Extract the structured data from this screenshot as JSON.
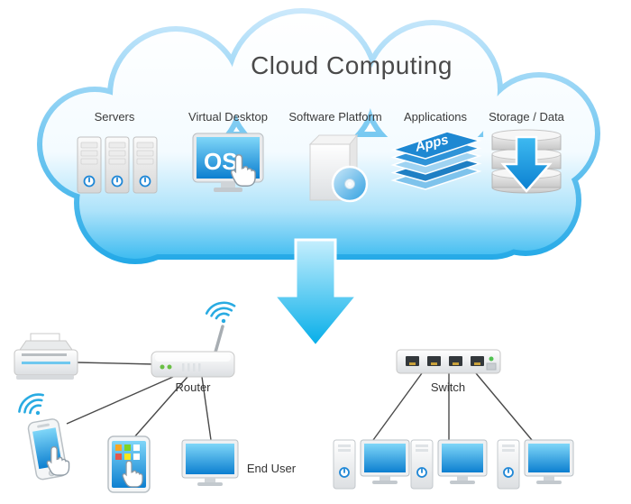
{
  "diagram": {
    "title": "Cloud Computing",
    "cloud_items": [
      {
        "label": "Servers"
      },
      {
        "label": "Virtual Desktop",
        "screen_text": "OS"
      },
      {
        "label": "Software Platform"
      },
      {
        "label": "Applications",
        "stack_text": "Apps"
      },
      {
        "label": "Storage / Data"
      }
    ],
    "network": {
      "router_label": "Router",
      "switch_label": "Switch",
      "end_user_label": "End User"
    },
    "colors": {
      "cloud_blue": "#2eb6ef",
      "arrow_cyan": "#00ace8",
      "screen_blue": "#0c7fd0",
      "wifi_blue": "#29abe2",
      "power_blue": "#1f87d6",
      "text_dark": "#333333"
    }
  }
}
